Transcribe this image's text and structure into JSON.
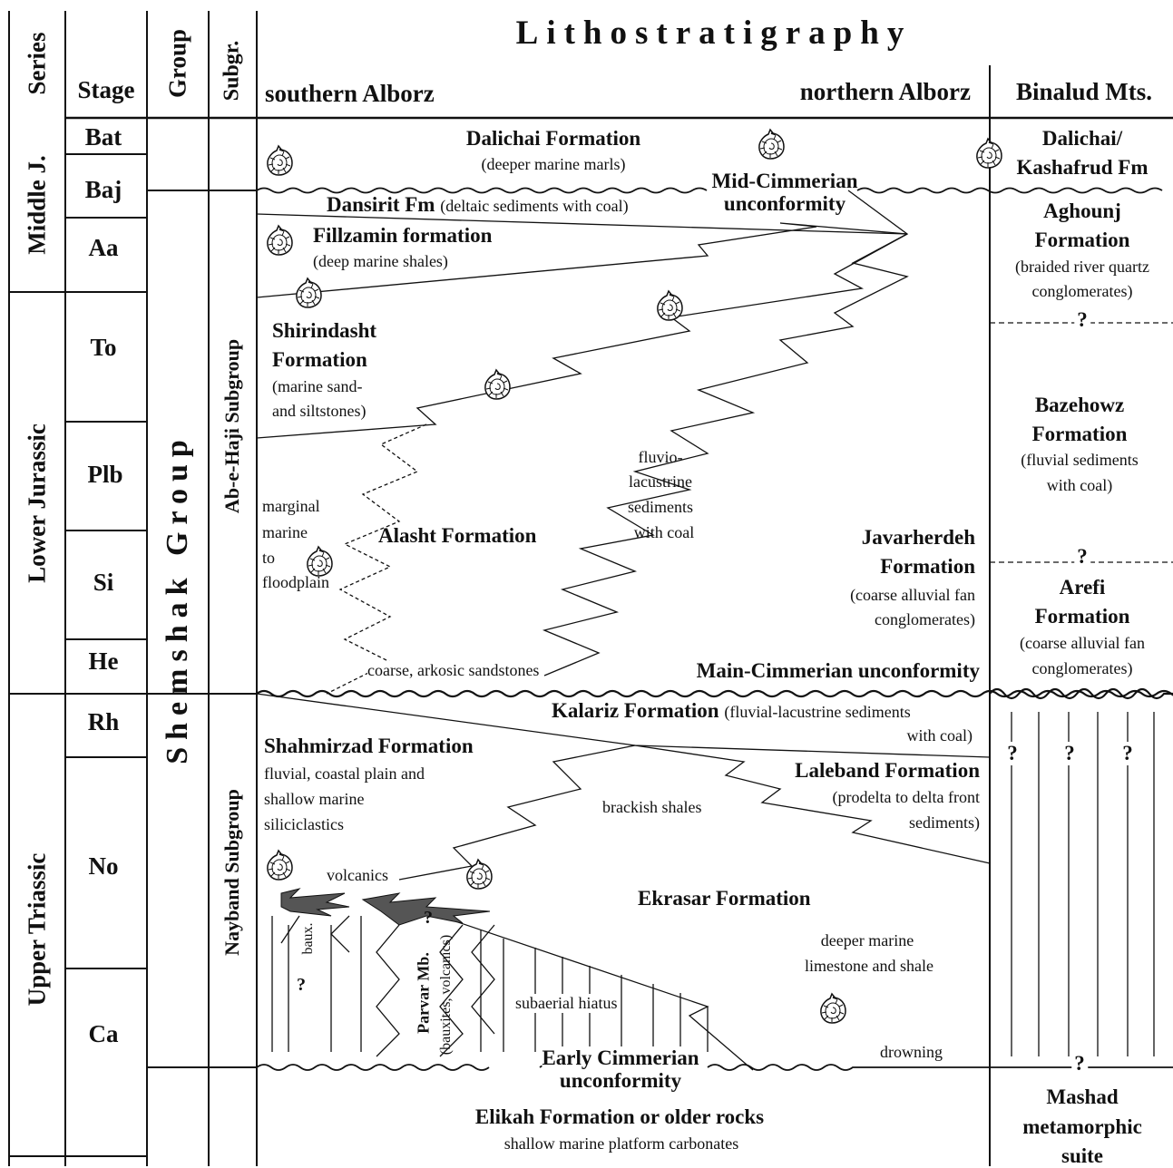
{
  "header": {
    "series": "Series",
    "stage": "Stage",
    "group": "Group",
    "subgroup": "Subgr.",
    "title": "Lithostratigraphy",
    "south": "southern Alborz",
    "north": "northern Alborz",
    "binalud": "Binalud Mts."
  },
  "series": [
    "Middle J.",
    "Lower Jurassic",
    "Upper Triassic"
  ],
  "stages": [
    "Bat",
    "Baj",
    "Aa",
    "To",
    "Plb",
    "Si",
    "He",
    "Rh",
    "No",
    "Ca"
  ],
  "groups": {
    "shemshak": "Shemshak Group",
    "abehaji": "Ab-e-Haji Subgroup",
    "nayband": "Nayband Subgroup"
  },
  "units": {
    "dalichai": "Dalichai Formation",
    "dalichai_d": "(deeper marine marls)",
    "midcim1": "Mid-Cimmerian",
    "midcim2": "unconformity",
    "dansirit": "Dansirit Fm",
    "dansirit_d": "(deltaic sediments with coal)",
    "fillzamin": "Fillzamin formation",
    "fillzamin_d": "(deep marine shales)",
    "shirin1": "Shirindasht",
    "shirin2": "Formation",
    "shirin3": "(marine sand-",
    "shirin4": "and siltstones)",
    "fluv1": "fluvio-",
    "fluv2": "lacustrine",
    "fluv3": "sediments",
    "fluv4": "with coal",
    "marg1": "marginal",
    "marg2": "marine",
    "marg3": "to",
    "marg4": "floodplain",
    "alasht": "Alasht Formation",
    "javar1": "Javarherdeh",
    "javar2": "Formation",
    "javar3": "(coarse alluvial fan",
    "javar4": "conglomerates)",
    "coarse": "coarse, arkosic sandstones",
    "maincim": "Main-Cimmerian unconformity",
    "kalariz": "Kalariz Formation",
    "kalariz_d1": "(fluvial-lacustrine sediments",
    "kalariz_d2": "with coal)",
    "shahm": "Shahmirzad Formation",
    "shahm1": "fluvial, coastal plain and",
    "shahm2": "shallow marine",
    "shahm3": "siliciclastics",
    "laleband": "Laleband Formation",
    "laleband1": "(prodelta to delta front",
    "laleband2": "sediments)",
    "brackish": "brackish shales",
    "volcanics": "volcanics",
    "ekrasar": "Ekrasar Formation",
    "deeper1": "deeper marine",
    "deeper2": "limestone and shale",
    "baux": "baux.",
    "q": "?",
    "parvar": "Parvar Mb.",
    "parvar_d": "(bauxites, volcanics)",
    "subaerial": "subaerial hiatus",
    "early1": "Early Cimmerian",
    "early2": "unconformity",
    "drowning": "drowning",
    "elikah": "Elikah Formation or older rocks",
    "elikah_d": "shallow marine platform carbonates"
  },
  "binalud": {
    "dalichai1": "Dalichai/",
    "dalichai2": "Kashafrud Fm",
    "aghounj1": "Aghounj",
    "aghounj2": "Formation",
    "aghounj3": "(braided river quartz",
    "aghounj4": "conglomerates)",
    "baz1": "Bazehowz",
    "baz2": "Formation",
    "baz3": "(fluvial sediments",
    "baz4": "with coal)",
    "arefi1": "Arefi",
    "arefi2": "Formation",
    "arefi3": "(coarse alluvial fan",
    "arefi4": "conglomerates)",
    "mashad1": "Mashad",
    "mashad2": "metamorphic",
    "mashad3": "suite",
    "q": "?"
  }
}
